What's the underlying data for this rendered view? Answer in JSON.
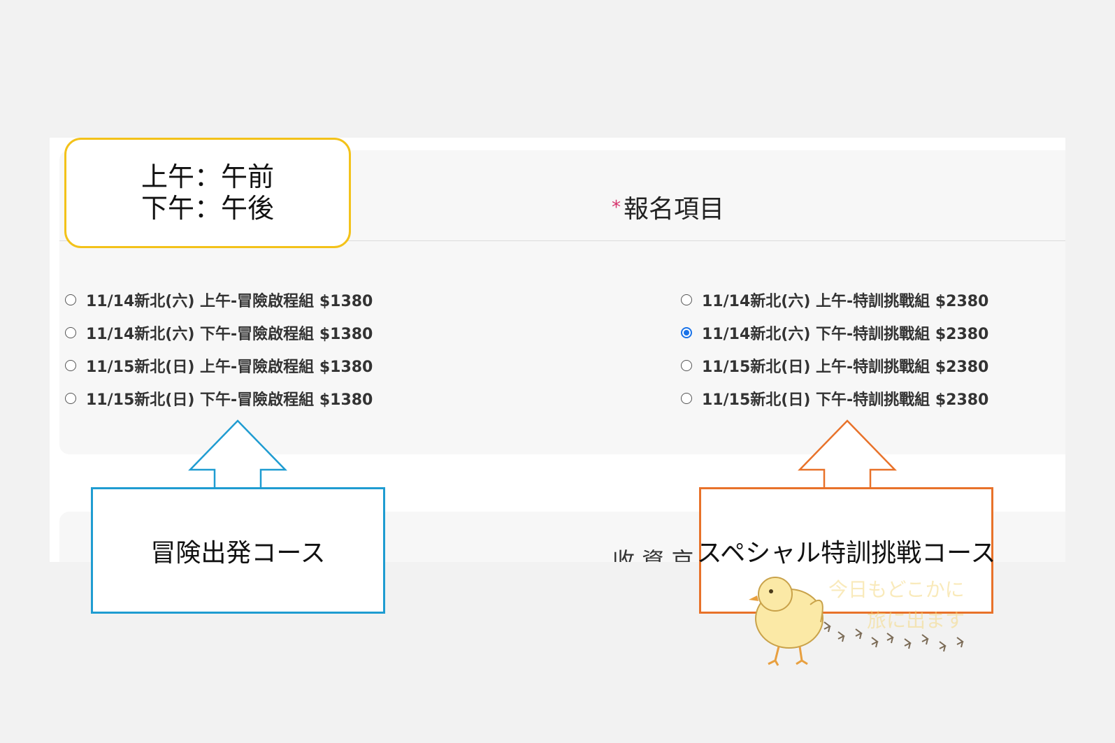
{
  "form": {
    "required_mark": "*",
    "section_title": "報名項目",
    "next_section_partial": "收 資 京",
    "adventure_options": [
      {
        "label": "11/14新北(六) 上午-冒險啟程組 $1380",
        "checked": false
      },
      {
        "label": "11/14新北(六) 下午-冒險啟程組 $1380",
        "checked": false
      },
      {
        "label": "11/15新北(日) 上午-冒險啟程組 $1380",
        "checked": false
      },
      {
        "label": "11/15新北(日) 下午-冒險啟程組 $1380",
        "checked": false
      }
    ],
    "challenge_options": [
      {
        "label": "11/14新北(六) 上午-特訓挑戰組 $2380",
        "checked": false
      },
      {
        "label": "11/14新北(六) 下午-特訓挑戰組 $2380",
        "checked": true
      },
      {
        "label": "11/15新北(日) 上午-特訓挑戰組 $2380",
        "checked": false
      },
      {
        "label": "11/15新北(日) 下午-特訓挑戰組 $2380",
        "checked": false
      }
    ]
  },
  "note": {
    "line1": "上午：午前",
    "line2": "下午：午後"
  },
  "callouts": {
    "adventure": "冒険出発コース",
    "challenge": "スペシャル特訓挑戦コース"
  },
  "watermark": {
    "line1": "今日もどこかに",
    "line2": "旅に出ます"
  },
  "colors": {
    "note_border": "#f3c21a",
    "adventure_callout": "#1f9cd1",
    "challenge_callout": "#e8722a",
    "radio_checked": "#1a73e8",
    "required_mark": "#d6336c"
  }
}
